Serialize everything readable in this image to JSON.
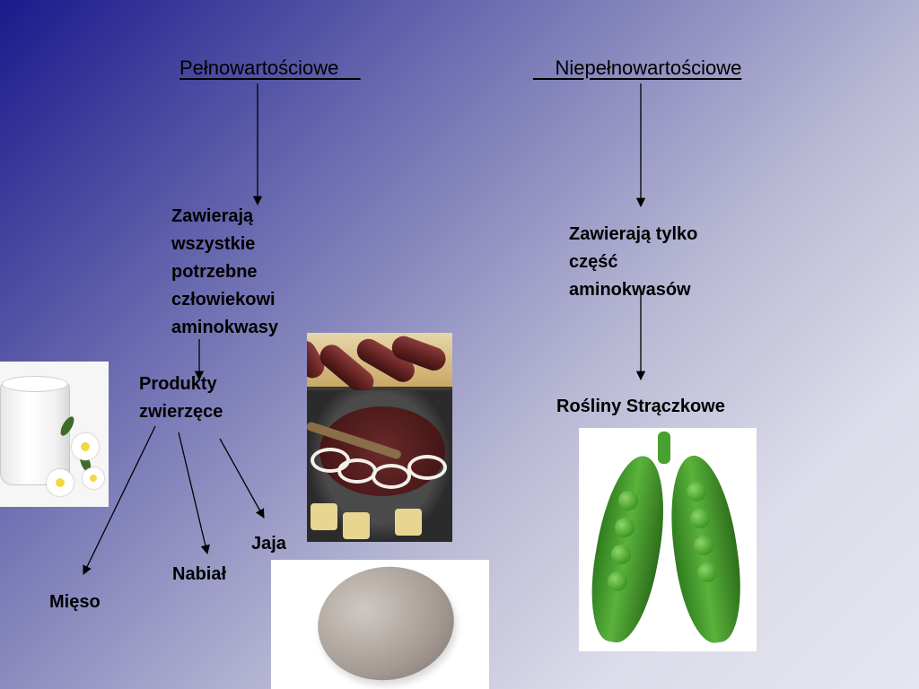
{
  "headers": {
    "left": "Pełnowartościowe",
    "right": "Niepełnowartościowe"
  },
  "left_branch": {
    "description_lines": [
      "Zawierają",
      "wszystkie",
      "potrzebne",
      "człowiekowi",
      "aminokwasy"
    ],
    "products_lines": [
      "Produkty",
      "zwierzęce"
    ],
    "items": {
      "meat": "Mięso",
      "dairy": "Nabiał",
      "eggs": "Jaja"
    }
  },
  "right_branch": {
    "description_lines": [
      "Zawierają tylko",
      "część",
      "aminokwasów"
    ],
    "plants": "Rośliny Strączkowe"
  },
  "colors": {
    "background_start": "#1a1a8c",
    "background_end": "#e6e6f0",
    "text": "#000000"
  }
}
